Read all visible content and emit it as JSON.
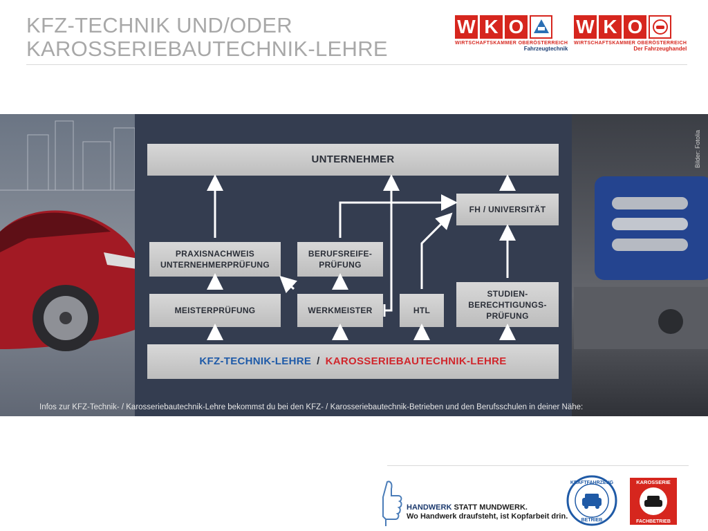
{
  "title": {
    "line1": "KFZ-TECHNIK UND/ODER",
    "line2": "KAROSSERIEBAUTECHNIK-LEHRE"
  },
  "logos": {
    "wko_left": {
      "letters": [
        "W",
        "K",
        "O"
      ],
      "subline": "WIRTSCHAFTSKAMMER OBERÖSTERREICH",
      "division": "Fahrzeugtechnik"
    },
    "wko_right": {
      "letters": [
        "W",
        "K",
        "O"
      ],
      "subline": "WIRTSCHAFTSKAMMER OBERÖSTERREICH",
      "division": "Der Fahrzeughandel"
    }
  },
  "banner": {
    "credit": "Bilder: Fotolia",
    "caption": "Infos zur KFZ-Technik- / Karosseriebautechnik-Lehre bekommst du bei den KFZ- / Karosseriebautechnik-Betrieben und den Berufsschulen in deiner Nähe:"
  },
  "diagram": {
    "unternehmer": "UNTERNEHMER",
    "fh": "FH / UNIVERSITÄT",
    "praxis": "PRAXISNACHWEIS\nUNTERNEHMERPRÜFUNG",
    "berufsreife": "BERUFSREIFE-\nPRÜFUNG",
    "meister": "MEISTERPRÜFUNG",
    "werkmeister": "WERKMEISTER",
    "htl": "HTL",
    "studien": "STUDIEN-\nBERECHTIGUNGS-\nPRÜFUNG",
    "lehre_kfz": "KFZ-TECHNIK-LEHRE",
    "lehre_slash": "/",
    "lehre_karo": "KAROSSERIEBAUTECHNIK-LEHRE"
  },
  "footer": {
    "handwerk_line1_a": "HANDWERK",
    "handwerk_line1_b": " STATT MUNDWERK.",
    "handwerk_line2": "Wo Handwerk draufsteht, ist Kopfarbeit drin.",
    "kfz_badge_top": "KRAFTFAHRZEUG",
    "kfz_badge_bottom": "BETRIEB",
    "karo_badge_top": "KAROSSERIE",
    "karo_badge_bottom": "FACHBETRIEB"
  },
  "colors": {
    "wko_red": "#d6261e",
    "lehre_blue": "#1e5aa8",
    "lehre_red": "#d0262c",
    "title_gray": "#a8a8a8"
  }
}
